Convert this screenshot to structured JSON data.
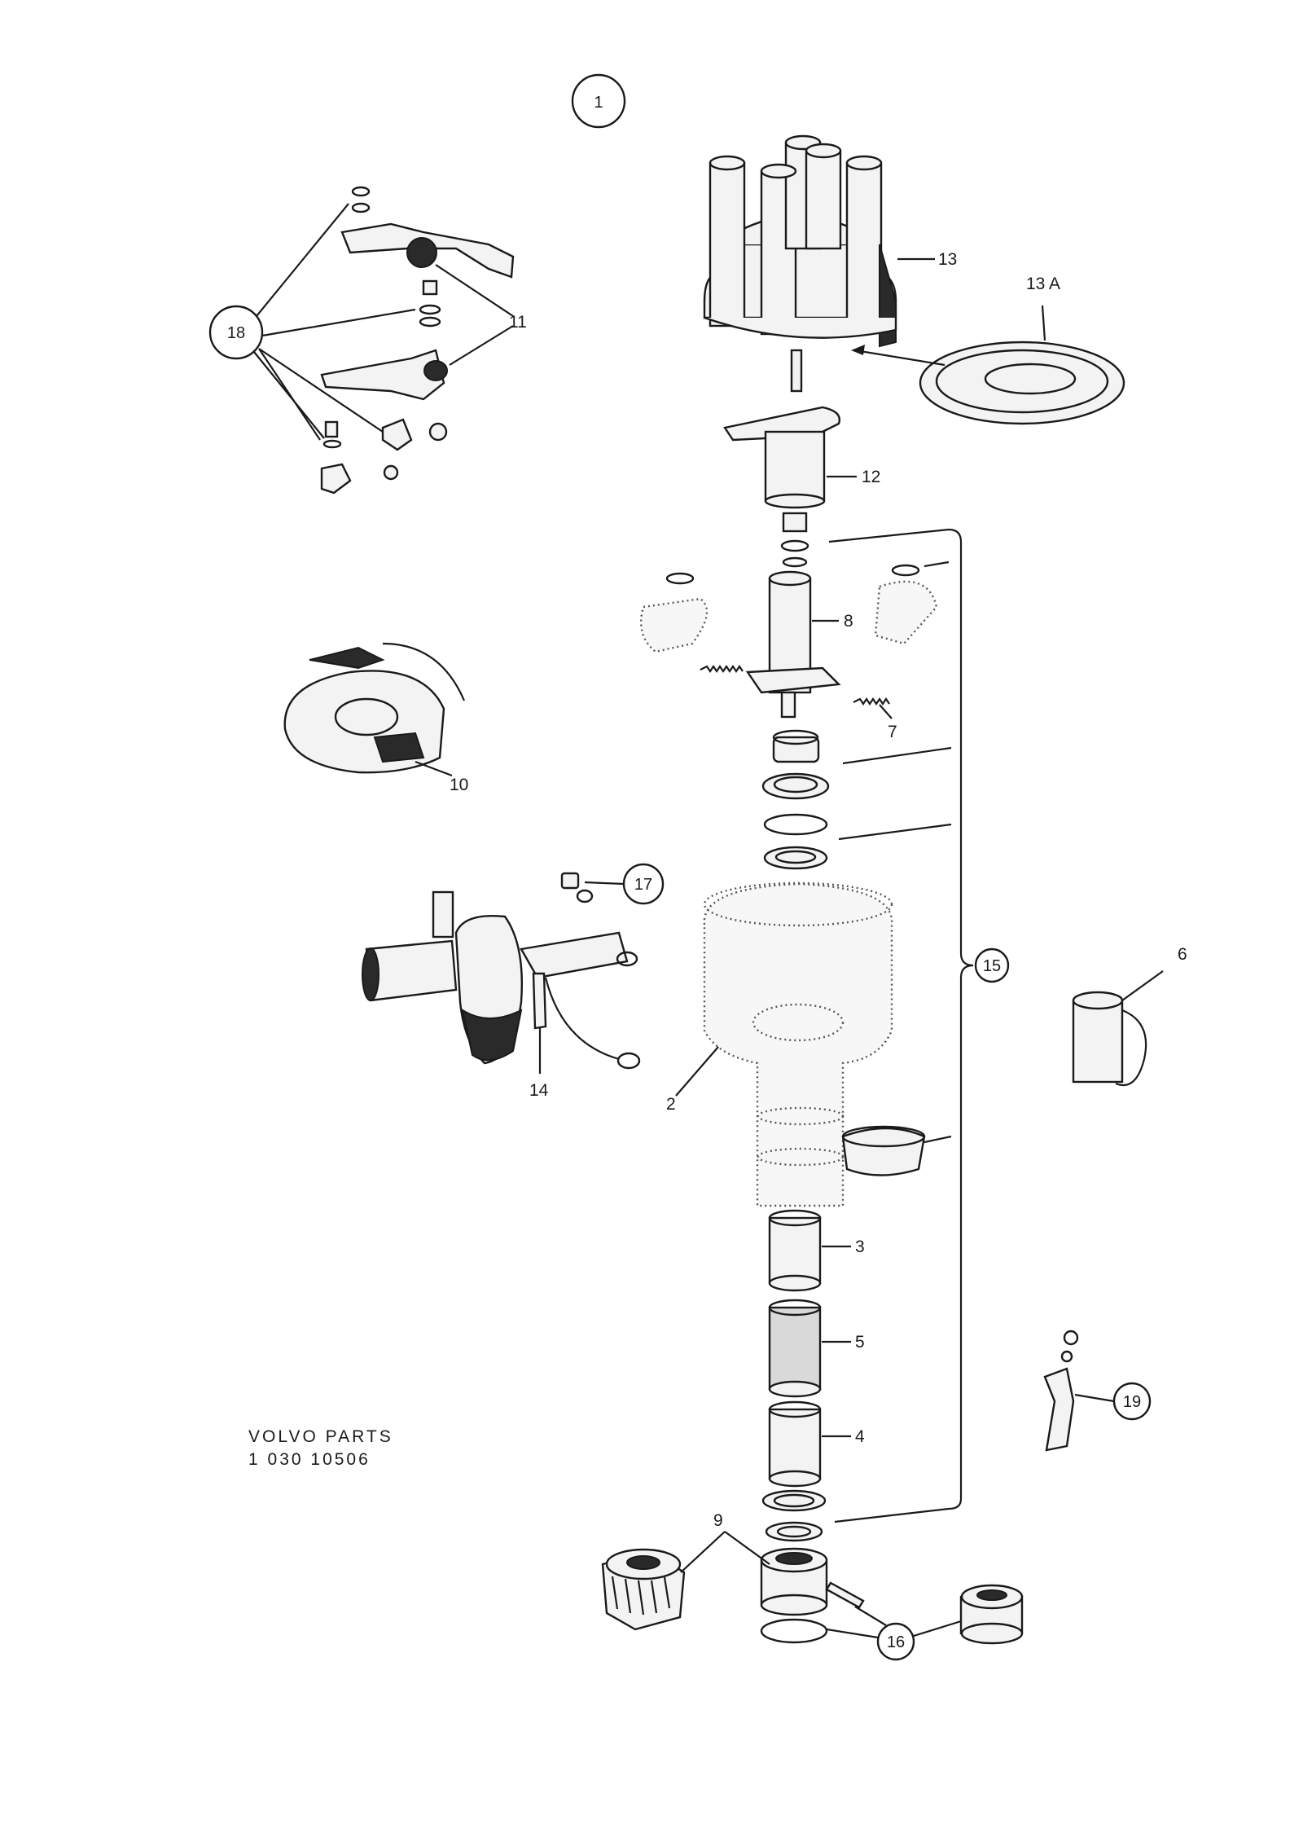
{
  "diagram": {
    "main_label": "1",
    "callouts": {
      "distributor_cap": "13",
      "cap_seal": "13 A",
      "rotor": "12",
      "shaft": "8",
      "spring": "7",
      "contact_set_parts": "18",
      "breaker_plate_parts": "11",
      "breaker_plate": "10",
      "screw_washer": "17",
      "shaft_kit_bracket": "15",
      "condenser": "6",
      "vacuum_unit": "14",
      "housing": "2",
      "bushing_upper": "3",
      "felt_ring": "5",
      "bushing_lower": "4",
      "drive_gear": "9",
      "pin_and_collar": "16",
      "clip": "19"
    },
    "footer": {
      "line1": "VOLVO PARTS",
      "line2": "1  030  10506"
    }
  }
}
